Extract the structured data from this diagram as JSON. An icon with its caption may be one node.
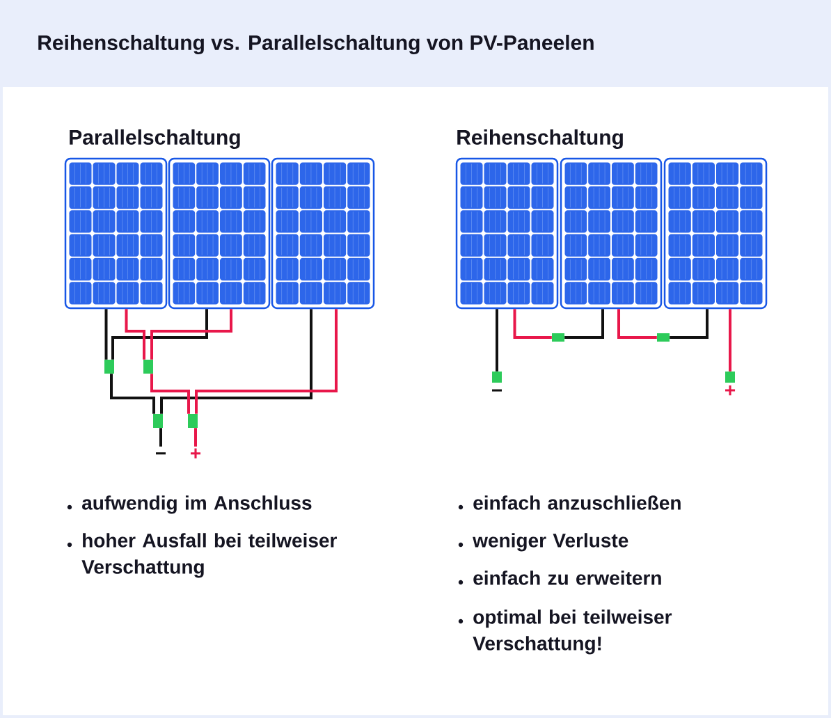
{
  "diagram": {
    "title": "Reihenschaltung vs. Parallelschaltung von PV-Paneelen",
    "nodes": [
      {
        "text": [],
        "shape": "picture"
      },
      {
        "text": [],
        "shape": "picture"
      },
      {
        "text": [],
        "shape": "picture"
      },
      {
        "text": [],
        "shape": "box"
      },
      {
        "text": [],
        "shape": "box"
      },
      {
        "text": [],
        "shape": "box"
      },
      {
        "text": [],
        "shape": "box"
      },
      {
        "text": [
          "−"
        ]
      },
      {
        "text": [
          "+"
        ]
      },
      {
        "text": [],
        "shape": "picture"
      },
      {
        "text": [],
        "shape": "picture"
      },
      {
        "text": [],
        "shape": "picture"
      },
      {
        "text": [],
        "shape": "box"
      },
      {
        "text": [],
        "shape": "box"
      },
      {
        "text": [],
        "shape": "box",
        "beside": [
          "−"
        ]
      },
      {
        "text": [],
        "shape": "box",
        "beside": [
          "+"
        ]
      }
    ],
    "edges": [
      {
        "from": 0,
        "to": 3,
        "arrow": "none"
      },
      {
        "from": 1,
        "to": 3,
        "arrow": "none"
      },
      {
        "from": 0,
        "to": 4,
        "arrow": "none",
        "color": "#e8174a"
      },
      {
        "from": 1,
        "to": 4,
        "arrow": "none",
        "color": "#e8174a"
      },
      {
        "from": 3,
        "to": 5,
        "arrow": "none"
      },
      {
        "from": 2,
        "to": 5,
        "arrow": "none"
      },
      {
        "from": 4,
        "to": 6,
        "arrow": "none",
        "color": "#e8174a"
      },
      {
        "from": 2,
        "to": 6,
        "arrow": "none",
        "color": "#e8174a"
      },
      {
        "from": 5,
        "to": 7,
        "arrow": "none"
      },
      {
        "from": 6,
        "to": 8,
        "arrow": "none",
        "color": "#e8174a"
      },
      {
        "from": 9,
        "to": 14,
        "arrow": "none"
      },
      {
        "from": 9,
        "to": 12,
        "arrow": "none",
        "color": "#e8174a"
      },
      {
        "from": 12,
        "to": 10,
        "arrow": "none"
      },
      {
        "from": 10,
        "to": 13,
        "arrow": "none",
        "color": "#e8174a"
      },
      {
        "from": 13,
        "to": 11,
        "arrow": "none"
      },
      {
        "from": 11,
        "to": 15,
        "arrow": "none",
        "color": "#e8174a"
      }
    ],
    "labels": [
      "Parallelschaltung",
      "Reihenschaltung",
      "aufwendig im Anschluss",
      "hoher Ausfall bei teilweiser Verschattung",
      "einfach anzuschließen",
      "weniger Verluste",
      "einfach zu erweitern",
      "optimal bei teilweiser Verschattung!"
    ]
  }
}
